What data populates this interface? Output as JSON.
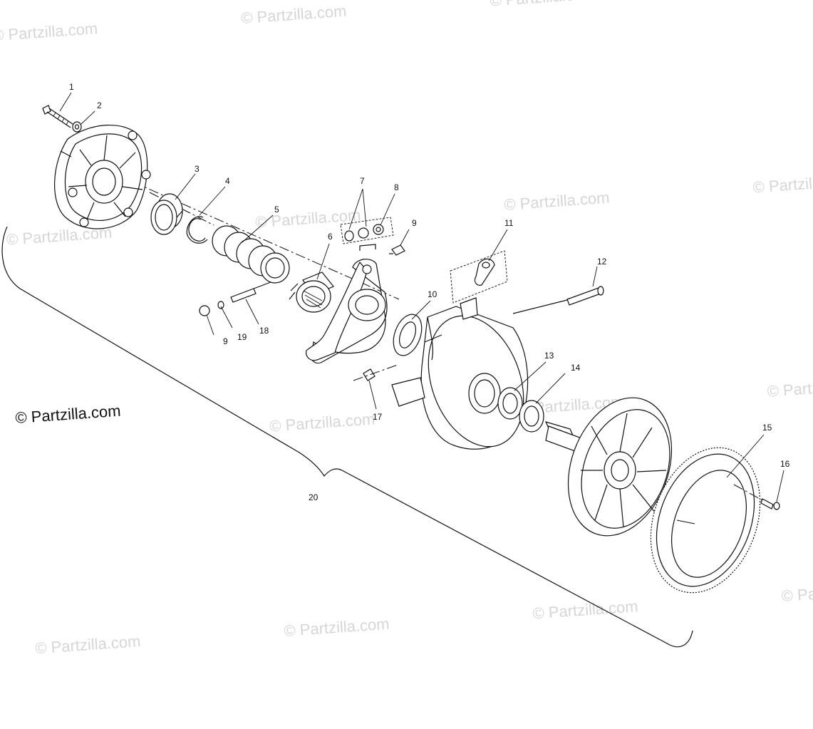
{
  "watermark_text": "© Partzilla.com",
  "brand_label": "© Partzilla.com",
  "callouts": [
    "1",
    "2",
    "3",
    "4",
    "5",
    "6",
    "7",
    "8",
    "9",
    "10",
    "11",
    "12",
    "13",
    "14",
    "15",
    "16",
    "17",
    "9",
    "19",
    "18",
    "20"
  ],
  "colors": {
    "line": "#111111",
    "watermark": "#d6d6d6",
    "background": "#ffffff"
  }
}
